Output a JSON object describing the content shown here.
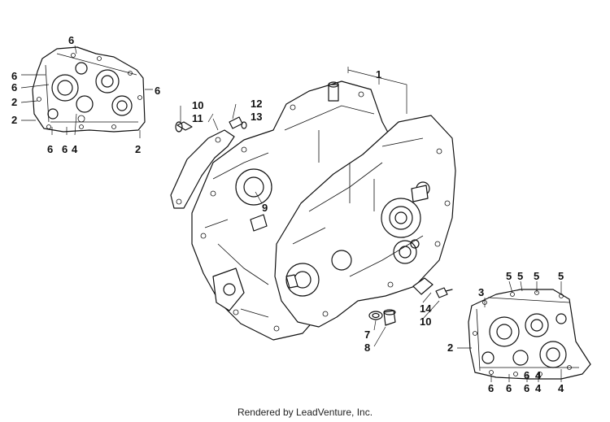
{
  "footer": {
    "text": "Rendered by LeadVenture, Inc."
  },
  "callouts": {
    "c1": "1",
    "c2a": "2",
    "c2b": "2",
    "c2c": "2",
    "c2d": "2",
    "c3": "3",
    "c4a": "4",
    "c4b": "4",
    "c4c": "4",
    "c4d": "4",
    "c5a": "5",
    "c5b": "5",
    "c5c": "5",
    "c5d": "5",
    "c6a": "6",
    "c6b": "6",
    "c6c": "6",
    "c6d": "6",
    "c6e": "6",
    "c6f": "6",
    "c6g": "6",
    "c6h": "6",
    "c6i": "6",
    "c6j": "6",
    "c7": "7",
    "c8": "8",
    "c9": "9",
    "c10a": "10",
    "c10b": "10",
    "c11": "11",
    "c12": "12",
    "c13": "13",
    "c14": "14"
  }
}
